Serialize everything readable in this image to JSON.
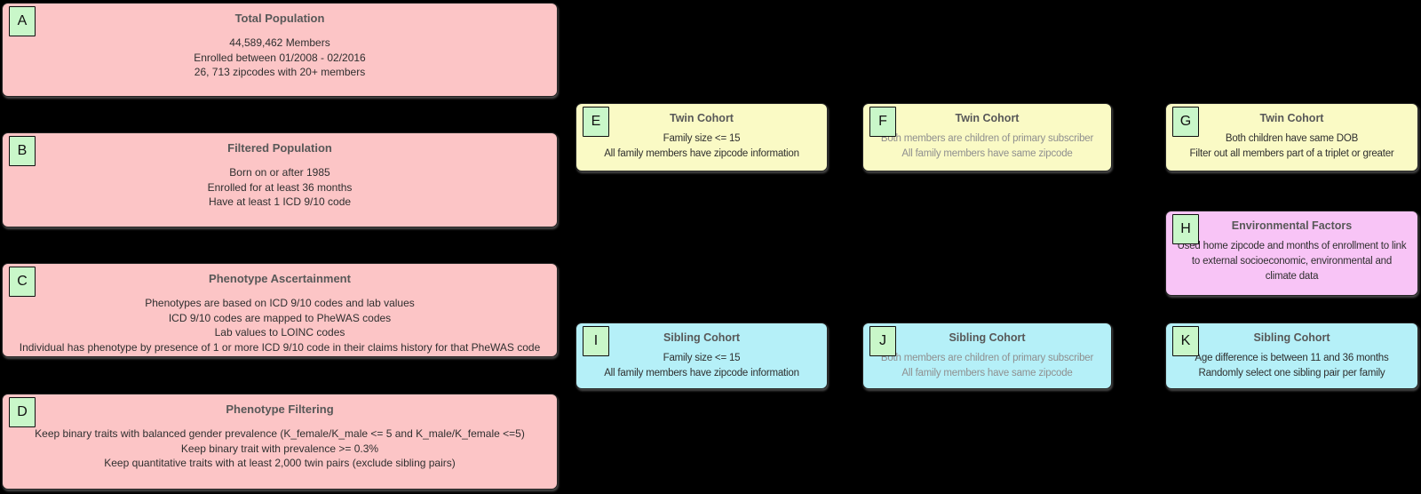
{
  "diagram": {
    "background": "#000000",
    "colors": {
      "node_pink": "#fcc5c6",
      "node_yellow": "#fafac5",
      "node_cyan": "#b5f0f8",
      "node_magenta": "#f8c4f6",
      "label_green": "#c9f7c9",
      "title_text": "#585858",
      "body_text": "#2f2f2f",
      "body_text_muted": "#8f8f8f",
      "border_dark": "#242424"
    },
    "nodes": [
      {
        "id": "A",
        "label": "A",
        "title": "Total Population",
        "fill": "#fcc5c6",
        "body_color": "#2f2f2f",
        "lines": [
          "44,589,462 Members",
          "Enrolled between 01/2008 - 02/2016",
          "26, 713 zipcodes with 20+ members"
        ]
      },
      {
        "id": "B",
        "label": "B",
        "title": "Filtered Population",
        "fill": "#fcc5c6",
        "body_color": "#2f2f2f",
        "lines": [
          "Born on or after 1985",
          "Enrolled for at least 36 months",
          "Have at least 1 ICD 9/10 code"
        ]
      },
      {
        "id": "C",
        "label": "C",
        "title": "Phenotype Ascertainment",
        "fill": "#fcc5c6",
        "body_color": "#2f2f2f",
        "lines": [
          "Phenotypes are based on ICD 9/10 codes and lab values",
          "ICD 9/10 codes are mapped to PheWAS codes",
          "Lab values to LOINC codes",
          "Individual has phenotype by presence of 1 or more ICD 9/10 code in their claims history for that PheWAS code"
        ]
      },
      {
        "id": "D",
        "label": "D",
        "title": "Phenotype Filtering",
        "fill": "#fcc5c6",
        "body_color": "#2f2f2f",
        "lines": [
          "Keep binary traits with balanced gender prevalence (K_female/K_male <= 5 and K_male/K_female <=5)",
          "Keep binary trait with prevalence >= 0.3%",
          "Keep quantitative traits with at least 2,000 twin pairs (exclude sibling pairs)"
        ]
      },
      {
        "id": "E",
        "label": "E",
        "title": "Twin Cohort",
        "fill": "#fafac5",
        "body_color": "#2f2f2f",
        "lines": [
          "Family size <= 15",
          "All family members have zipcode information"
        ]
      },
      {
        "id": "F",
        "label": "F",
        "title": "Twin Cohort",
        "fill": "#fafac5",
        "body_color": "#8f8f8f",
        "lines": [
          "Both members are children of primary subscriber",
          "All family members have same zipcode"
        ]
      },
      {
        "id": "G",
        "label": "G",
        "title": "Twin Cohort",
        "fill": "#fafac5",
        "body_color": "#2f2f2f",
        "lines": [
          "Both children have same DOB",
          "Filter out all members part of a triplet or greater"
        ]
      },
      {
        "id": "H",
        "label": "H",
        "title": "Environmental Factors",
        "fill": "#f8c4f6",
        "body_color": "#2f2f2f",
        "lines": [
          "Used home zipcode and months of enrollment to link to external socioeconomic, environmental and climate data"
        ]
      },
      {
        "id": "I",
        "label": "I",
        "title": "Sibling Cohort",
        "fill": "#b5f0f8",
        "body_color": "#2f2f2f",
        "lines": [
          "Family size <= 15",
          "All family members have zipcode information"
        ]
      },
      {
        "id": "J",
        "label": "J",
        "title": "Sibling Cohort",
        "fill": "#b5f0f8",
        "body_color": "#8f8f8f",
        "lines": [
          "Both members are children of primary subscriber",
          "All family members have same zipcode"
        ]
      },
      {
        "id": "K",
        "label": "K",
        "title": "Sibling Cohort",
        "fill": "#b5f0f8",
        "body_color": "#2f2f2f",
        "lines": [
          "Age difference is between 11 and 36 months",
          "Randomly select one sibling pair per family"
        ]
      }
    ]
  }
}
